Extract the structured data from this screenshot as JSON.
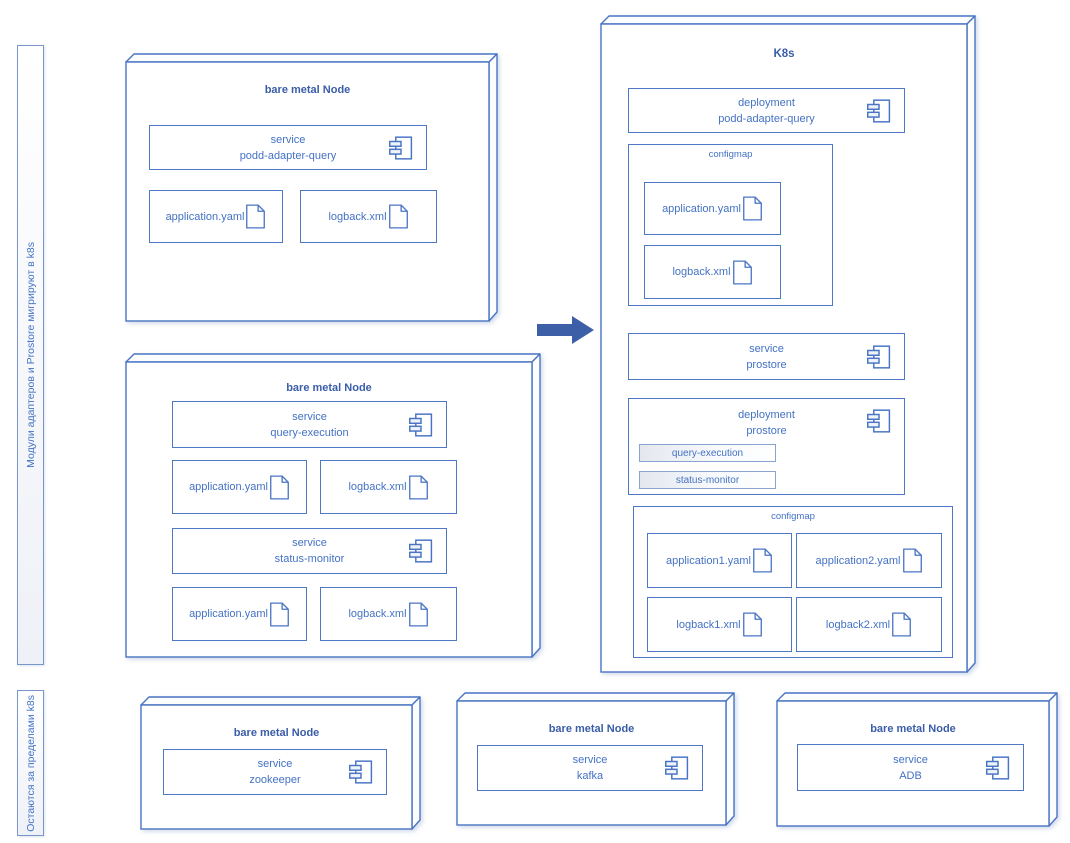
{
  "diagram": {
    "sidebar": {
      "migrate": "Модули адаптеров и Prostore мигрируют в k8s",
      "external": "Остаются за пределами k8s"
    },
    "bm1": {
      "title": "bare metal Node",
      "svc": {
        "l1": "service",
        "l2": "podd-adapter-query"
      },
      "file1": "application.yaml",
      "file2": "logback.xml"
    },
    "bm2": {
      "title": "bare metal Node",
      "svc1": {
        "l1": "service",
        "l2": "query-execution"
      },
      "file1": "application.yaml",
      "file2": "logback.xml",
      "svc2": {
        "l1": "service",
        "l2": "status-monitor"
      },
      "file3": "application.yaml",
      "file4": "logback.xml"
    },
    "k8s": {
      "title": "K8s",
      "depl1": {
        "l1": "deployment",
        "l2": "podd-adapter-query"
      },
      "cm1": {
        "label": "configmap",
        "file1": "application.yaml",
        "file2": "logback.xml"
      },
      "svc": {
        "l1": "service",
        "l2": "prostore"
      },
      "depl2": {
        "l1": "deployment",
        "l2": "prostore",
        "mod1": "query-execution",
        "mod2": "status-monitor"
      },
      "cm2": {
        "label": "configmap",
        "file1": "application1.yaml",
        "file2": "application2.yaml",
        "file3": "logback1.xml",
        "file4": "logback2.xml"
      }
    },
    "ext1": {
      "title": "bare metal Node",
      "svc": {
        "l1": "service",
        "l2": "zookeeper"
      }
    },
    "ext2": {
      "title": "bare metal Node",
      "svc": {
        "l1": "service",
        "l2": "kafka"
      }
    },
    "ext3": {
      "title": "bare metal Node",
      "svc": {
        "l1": "service",
        "l2": "ADB"
      }
    },
    "colors": {
      "border": "#4a74c4",
      "text": "#4472c4",
      "title": "#3a5da9",
      "arrow": "#3d5fa8"
    }
  }
}
